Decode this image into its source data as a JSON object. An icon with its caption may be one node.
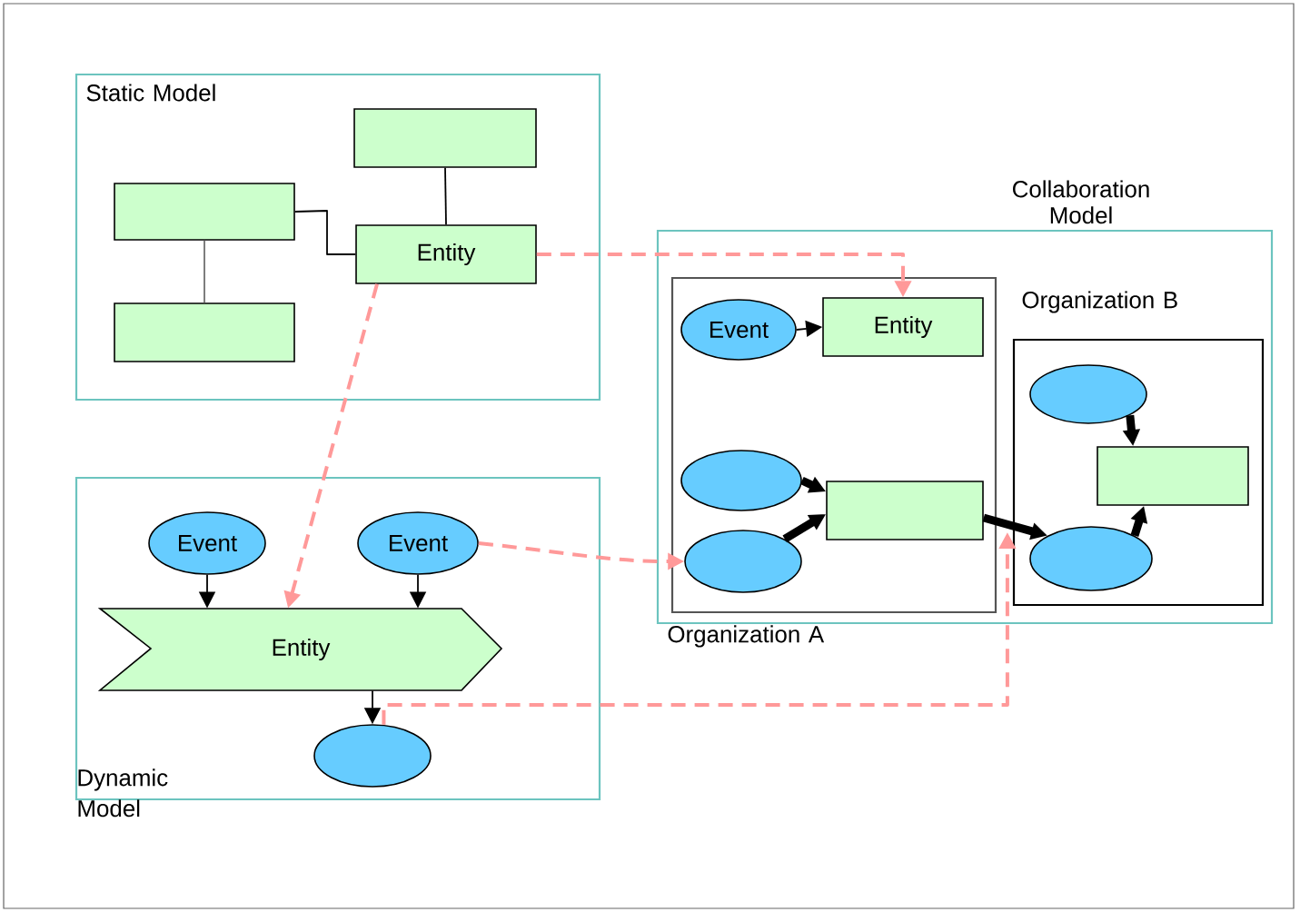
{
  "diagram": {
    "nodes": [
      {
        "text": [
          "Static Model"
        ]
      },
      {
        "text": [],
        "shape": "box",
        "in": 0
      },
      {
        "text": [],
        "shape": "box",
        "in": 0
      },
      {
        "text": [
          "Entity"
        ],
        "in": 0
      },
      {
        "text": [],
        "shape": "box",
        "in": 0
      },
      {
        "text": [
          "Dynamic Model"
        ]
      },
      {
        "text": [
          "Event"
        ],
        "in": 5
      },
      {
        "text": [
          "Event"
        ],
        "in": 5
      },
      {
        "text": [
          "Entity"
        ],
        "in": 5
      },
      {
        "text": [],
        "shape": "ellipse",
        "in": 5
      },
      {
        "text": [
          "Collaboration Model"
        ]
      },
      {
        "text": [
          "Organization A"
        ],
        "in": 10
      },
      {
        "text": [
          "Event"
        ],
        "in": 11
      },
      {
        "text": [
          "Entity"
        ],
        "in": 11
      },
      {
        "text": [],
        "shape": "ellipse",
        "in": 11
      },
      {
        "text": [],
        "shape": "ellipse",
        "in": 11
      },
      {
        "text": [],
        "shape": "box",
        "in": 11
      },
      {
        "text": [
          "Organization B"
        ],
        "in": 10
      },
      {
        "text": [],
        "shape": "ellipse",
        "in": 17
      },
      {
        "text": [],
        "shape": "box",
        "in": 17
      },
      {
        "text": [],
        "shape": "ellipse",
        "in": 17
      }
    ],
    "edges": [
      {
        "from": 1,
        "to": 3,
        "arrow": "none"
      },
      {
        "from": 2,
        "to": 3,
        "arrow": "none"
      },
      {
        "from": 2,
        "to": 4,
        "arrow": "none",
        "color": "#707070"
      },
      {
        "from": 3,
        "to": 13,
        "arrow": "to",
        "style": "dashed",
        "color": "#ff9999"
      },
      {
        "from": 3,
        "to": 8,
        "arrow": "to",
        "style": "dashed",
        "color": "#ff9999"
      },
      {
        "from": 6,
        "to": 8,
        "arrow": "to"
      },
      {
        "from": 7,
        "to": 8,
        "arrow": "to"
      },
      {
        "from": 8,
        "to": 9,
        "arrow": "to"
      },
      {
        "from": 7,
        "to": 15,
        "arrow": "to",
        "style": "dashed",
        "color": "#ff9999"
      },
      {
        "from": 12,
        "to": 13,
        "arrow": "to"
      },
      {
        "from": 14,
        "to": 16,
        "arrow": "to",
        "style": "thick"
      },
      {
        "from": 15,
        "to": 16,
        "arrow": "to",
        "style": "thick"
      },
      {
        "from": 16,
        "to": 20,
        "arrow": "to",
        "style": "thick"
      },
      {
        "from": 18,
        "to": 19,
        "arrow": "to",
        "style": "thick"
      },
      {
        "from": 20,
        "to": 19,
        "arrow": "to",
        "style": "thick"
      },
      {
        "from": 9,
        "to": 17,
        "arrow": "to",
        "style": "dashed",
        "color": "#ff9999"
      }
    ]
  }
}
